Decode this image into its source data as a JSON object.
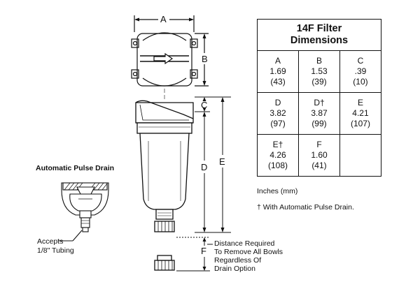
{
  "diagram": {
    "dimension_labels": {
      "A": "A",
      "B": "B",
      "C": "C",
      "D": "D",
      "E": "E",
      "F": "F"
    },
    "pulse_drain_title": "Automatic Pulse Drain",
    "accepts_line1": "Accepts",
    "accepts_line2": "1/8\" Tubing",
    "distance_note": [
      "Distance Required",
      "To Remove All Bowls",
      "Regardless Of",
      "Drain Option"
    ]
  },
  "table": {
    "title_line1": "14F Filter",
    "title_line2": "Dimensions",
    "rows": [
      [
        {
          "label": "A",
          "inches": "1.69",
          "mm": "(43)"
        },
        {
          "label": "B",
          "inches": "1.53",
          "mm": "(39)"
        },
        {
          "label": "C",
          "inches": ".39",
          "mm": "(10)"
        }
      ],
      [
        {
          "label": "D",
          "inches": "3.82",
          "mm": "(97)"
        },
        {
          "label": "D†",
          "inches": "3.87",
          "mm": "(99)"
        },
        {
          "label": "E",
          "inches": "4.21",
          "mm": "(107)"
        }
      ],
      [
        {
          "label": "E†",
          "inches": "4.26",
          "mm": "(108)"
        },
        {
          "label": "F",
          "inches": "1.60",
          "mm": "(41)"
        },
        {
          "label": "",
          "inches": "",
          "mm": ""
        }
      ]
    ]
  },
  "footnotes": {
    "units": "Inches (mm)",
    "dagger": "† With Automatic Pulse Drain."
  }
}
